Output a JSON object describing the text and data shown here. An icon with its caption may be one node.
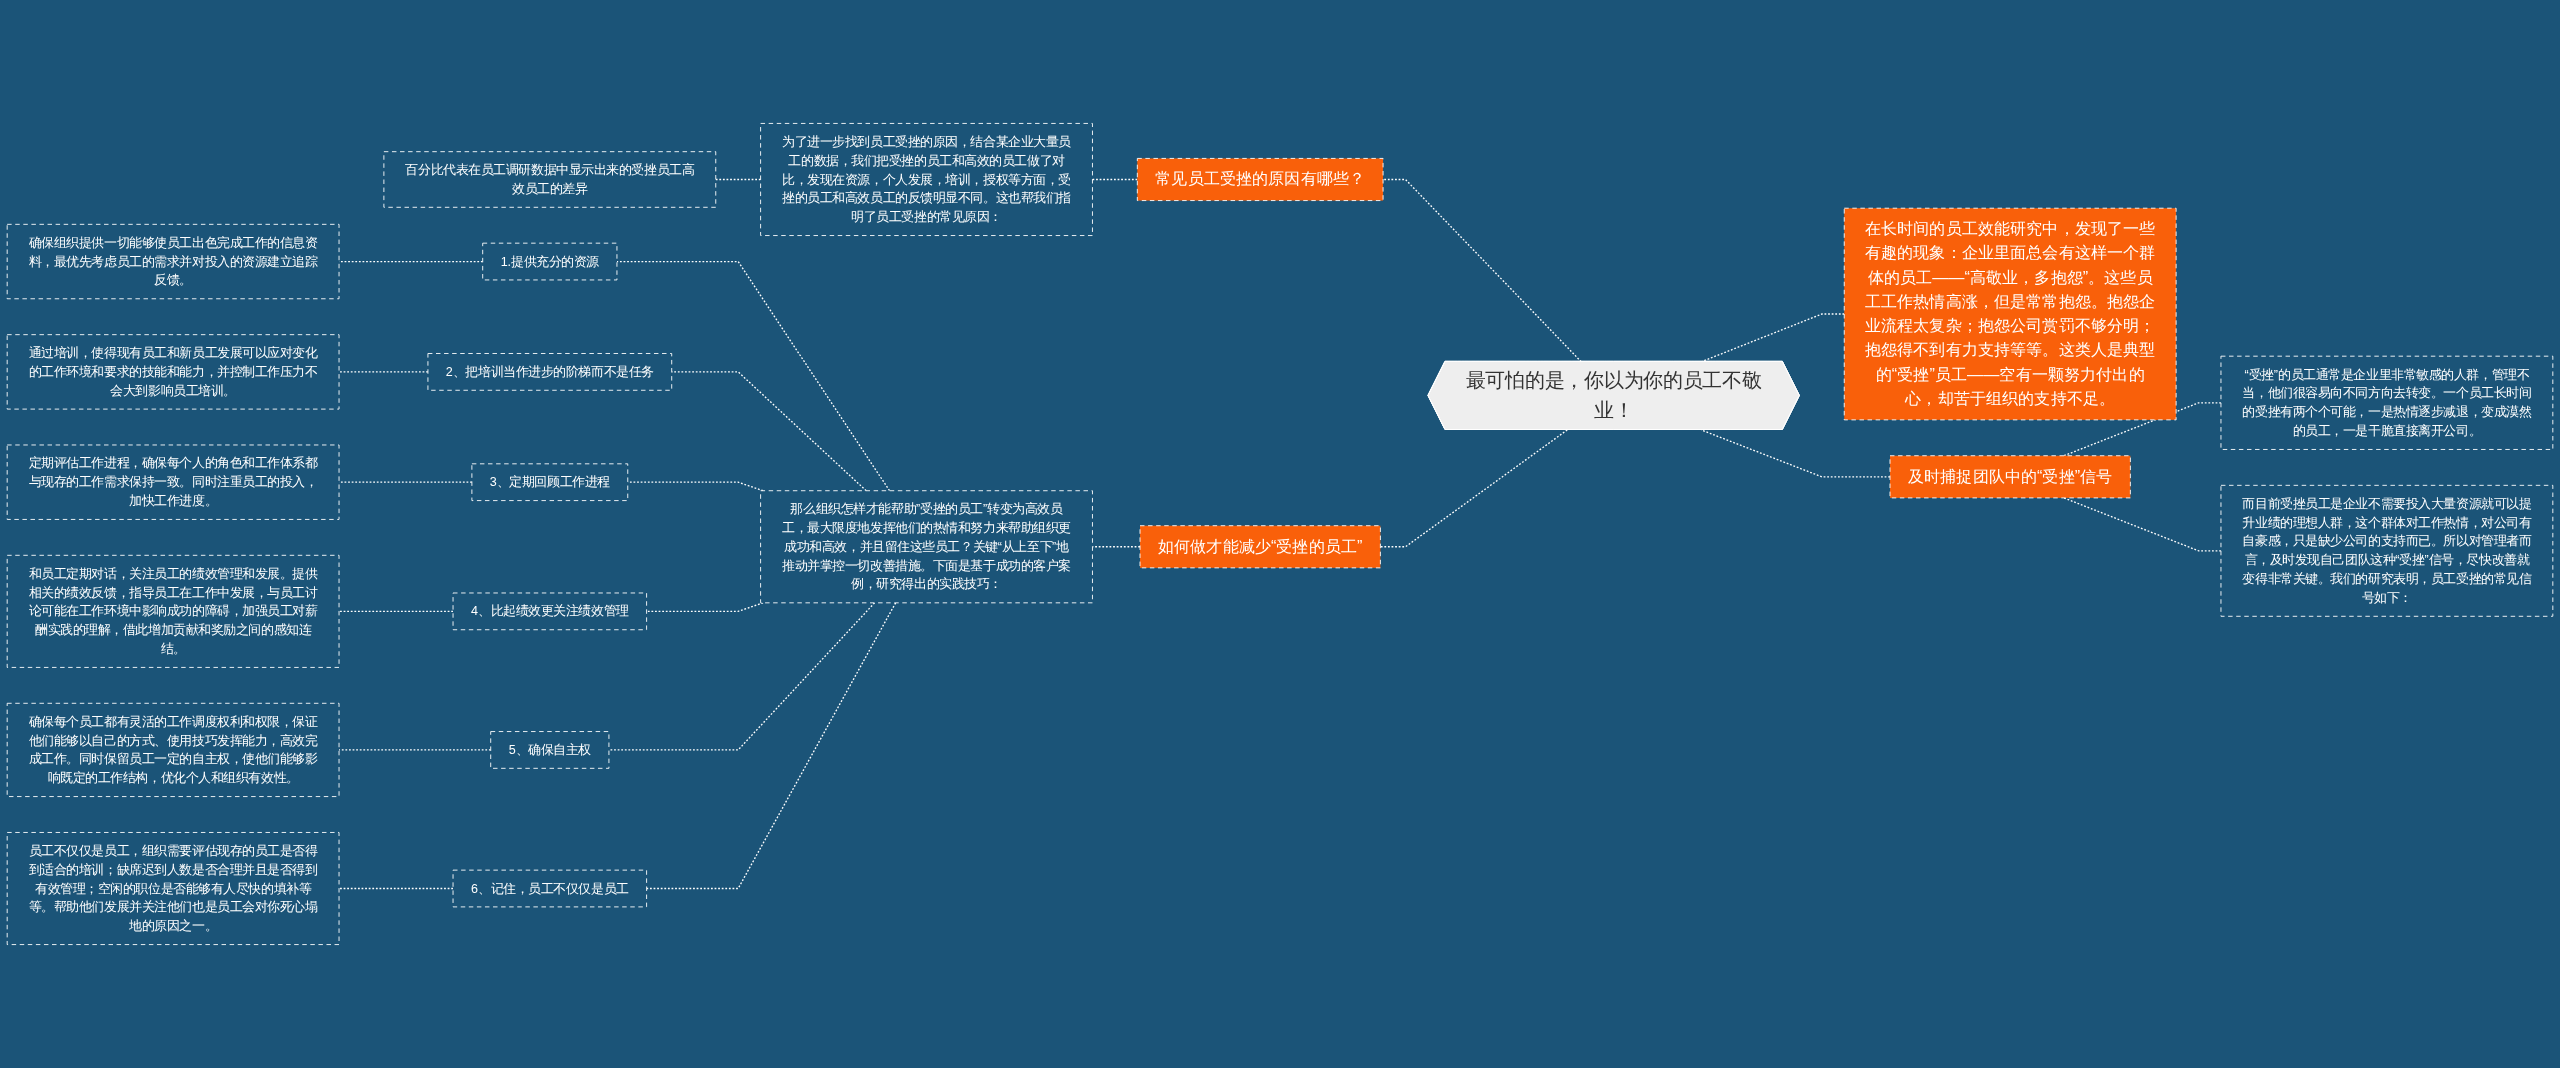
{
  "diagram": {
    "nodes": [
      {
        "text": [
          "最可怕的是，你以为你的员工不敬业！"
        ]
      },
      {
        "text": [
          "常见员工受挫的原因有哪些？"
        ]
      },
      {
        "text": [
          "为了进一步找到员工受挫的原因，结合某企业大量员工的数据，我们把受挫的员工和高效的员工做了对比，发现在资源，个人发展，培训，授权等方面，受挫的员工和高效员工的反馈明显不同。这也帮我们指明了员工受挫的常见原因："
        ]
      },
      {
        "text": [
          "百分比代表在员工调研数据中显示出来的受挫员工高效员工的差异"
        ]
      },
      {
        "text": [
          "如何做才能减少“受挫的员工”"
        ]
      },
      {
        "text": [
          "那么组织怎样才能帮助”受挫的员工”转变为高效员工，最大限度地发挥他们的热情和努力来帮助组织更成功和高效，并且留住这些员工？关键“从上至下”地推动并掌控一切改善措施。下面是基于成功的客户案例，研究得出的实践技巧："
        ]
      },
      {
        "text": [
          "1.提供充分的资源"
        ]
      },
      {
        "text": [
          "确保组织提供一切能够使员工出色完成工作的信息资料，最优先考虑员工的需求并对投入的资源建立追踪反馈。"
        ]
      },
      {
        "text": [
          "2、把培训当作进步的阶梯而不是任务"
        ]
      },
      {
        "text": [
          "通过培训，使得现有员工和新员工发展可以应对变化的工作环境和要求的技能和能力，并控制工作压力不会大到影响员工培训。"
        ]
      },
      {
        "text": [
          "3、定期回顾工作进程"
        ]
      },
      {
        "text": [
          "定期评估工作进程，确保每个人的角色和工作体系都与现存的工作需求保持一致。同时注重员工的投入，加快工作进度。"
        ]
      },
      {
        "text": [
          "4、比起绩效更关注绩效管理"
        ]
      },
      {
        "text": [
          "和员工定期对话，关注员工的绩效管理和发展。提供相关的绩效反馈，指导员工在工作中发展，与员工讨论可能在工作环境中影响成功的障碍，加强员工对薪酬实践的理解，借此增加贡献和奖励之间的感知连结。"
        ]
      },
      {
        "text": [
          "5、确保自主权"
        ]
      },
      {
        "text": [
          "确保每个员工都有灵活的工作调度权利和权限，保证他们能够以自己的方式、使用技巧发挥能力，高效完成工作。同时保留员工一定的自主权，使他们能够影响既定的工作结构，优化个人和组织有效性。"
        ]
      },
      {
        "text": [
          "6、记住，员工不仅仅是员工"
        ]
      },
      {
        "text": [
          "员工不仅仅是员工，组织需要评估现存的员工是否得到适合的培训；缺席迟到人数是否合理并且是否得到有效管理；空闲的职位是否能够有人尽快的填补等等。帮助他们发展并关注他们也是员工会对你死心塌地的原因之一。"
        ]
      },
      {
        "text": [
          "在长时间的员工效能研究中，发现了一些有趣的现象：企业里面总会有这样一个群体的员工——“高敬业，多抱怨”。这些员工工作热情高涨，但是常常抱怨。抱怨企业流程太复杂；抱怨公司赏罚不够分明；抱怨得不到有力支持等等。这类人是典型的“受挫”员工——空有一颗努力付出的心，却苦于组织的支持不足。"
        ]
      },
      {
        "text": [
          "及时捕捉团队中的“受挫”信号"
        ]
      },
      {
        "text": [
          "“受挫”的员工通常是企业里非常敏感的人群，管理不当，他们很容易向不同方向去转变。一个员工长时间的受挫有两个个可能，一是热情逐步减退，变成漠然的员工，一是干脆直接离开公司。"
        ]
      },
      {
        "text": [
          "而目前受挫员工是企业不需要投入大量资源就可以提升业绩的理想人群，这个群体对工作热情，对公司有自豪感，只是缺少公司的支持而已。所以对管理者而言，及时发现自己团队这种“受挫”信号，尽快改善就变得非常关键。我们的研究表明，员工受挫的常见信号如下："
        ]
      }
    ],
    "edges": [
      {
        "from": 0,
        "to": 1,
        "arrow": "none"
      },
      {
        "from": 1,
        "to": 2,
        "arrow": "none"
      },
      {
        "from": 2,
        "to": 3,
        "arrow": "none"
      },
      {
        "from": 0,
        "to": 4,
        "arrow": "none"
      },
      {
        "from": 4,
        "to": 5,
        "arrow": "none"
      },
      {
        "from": 5,
        "to": 6,
        "arrow": "none"
      },
      {
        "from": 6,
        "to": 7,
        "arrow": "none"
      },
      {
        "from": 5,
        "to": 8,
        "arrow": "none"
      },
      {
        "from": 8,
        "to": 9,
        "arrow": "none"
      },
      {
        "from": 5,
        "to": 10,
        "arrow": "none"
      },
      {
        "from": 10,
        "to": 11,
        "arrow": "none"
      },
      {
        "from": 5,
        "to": 12,
        "arrow": "none"
      },
      {
        "from": 12,
        "to": 13,
        "arrow": "none"
      },
      {
        "from": 5,
        "to": 14,
        "arrow": "none"
      },
      {
        "from": 14,
        "to": 15,
        "arrow": "none"
      },
      {
        "from": 5,
        "to": 16,
        "arrow": "none"
      },
      {
        "from": 16,
        "to": 17,
        "arrow": "none"
      },
      {
        "from": 18,
        "to": 0,
        "arrow": "none"
      },
      {
        "from": 19,
        "to": 0,
        "arrow": "none"
      },
      {
        "from": 20,
        "to": 19,
        "arrow": "none"
      },
      {
        "from": 21,
        "to": 19,
        "arrow": "none"
      }
    ]
  }
}
